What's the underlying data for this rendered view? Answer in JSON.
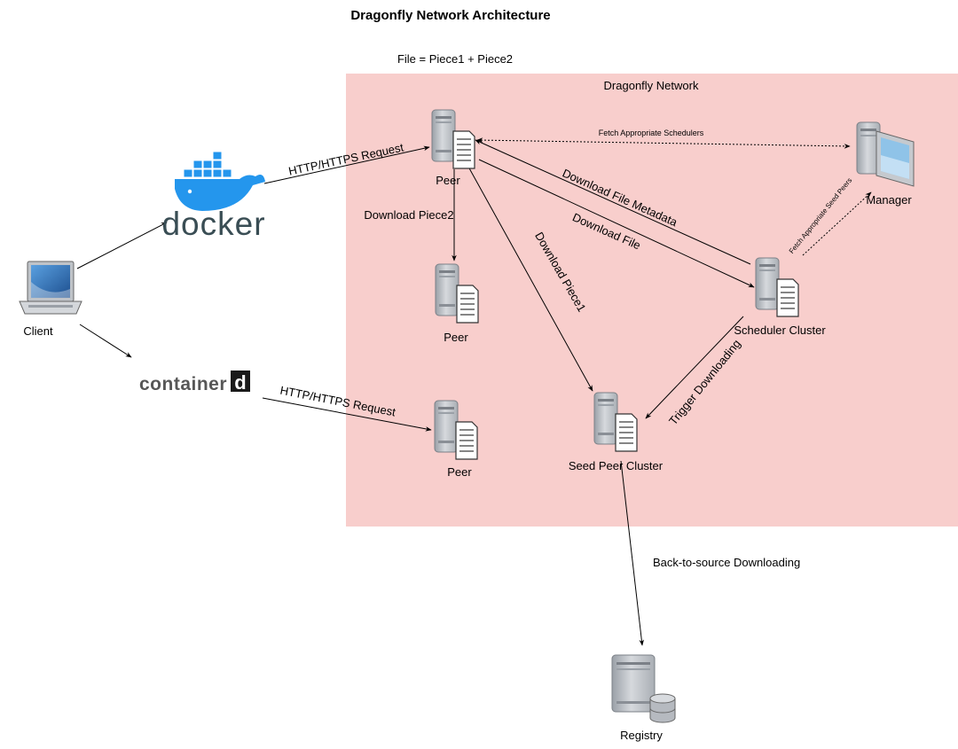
{
  "title": "Dragonfly Network Architecture",
  "file_note": "File = Piece1 + Piece2",
  "network_label": "Dragonfly Network",
  "colors": {
    "network_fill": "#f8cecc",
    "server_body": "#c2c6cc",
    "server_dark": "#8a8f96",
    "laptop_screen": "#2f6fb5",
    "docker_blue": "#2496ed",
    "docker_text": "#394d54",
    "containerd_text": "#575757",
    "arrow": "#000000"
  },
  "nodes": {
    "client": "Client",
    "docker": "docker",
    "containerd_text": "container",
    "containerd_mark": "d",
    "peer_main": "Peer",
    "peer_piece2": "Peer",
    "peer_containerd": "Peer",
    "manager": "Manager",
    "scheduler": "Scheduler Cluster",
    "seed_peer": "Seed Peer Cluster",
    "registry": "Registry"
  },
  "edges": {
    "docker_request": "HTTP/HTTPS Request",
    "containerd_request": "HTTP/HTTPS Request",
    "fetch_schedulers": "Fetch Appropriate Schedulers",
    "download_metadata": "Download File Metadata",
    "download_file": "Download File",
    "download_piece2": "Download Piece2",
    "download_piece1": "Download Piece1",
    "fetch_seed_peers": "Fetch Appropriate Seed Peers",
    "trigger_downloading": "Trigger Downloading",
    "back_to_source": "Back-to-source Downloading"
  }
}
